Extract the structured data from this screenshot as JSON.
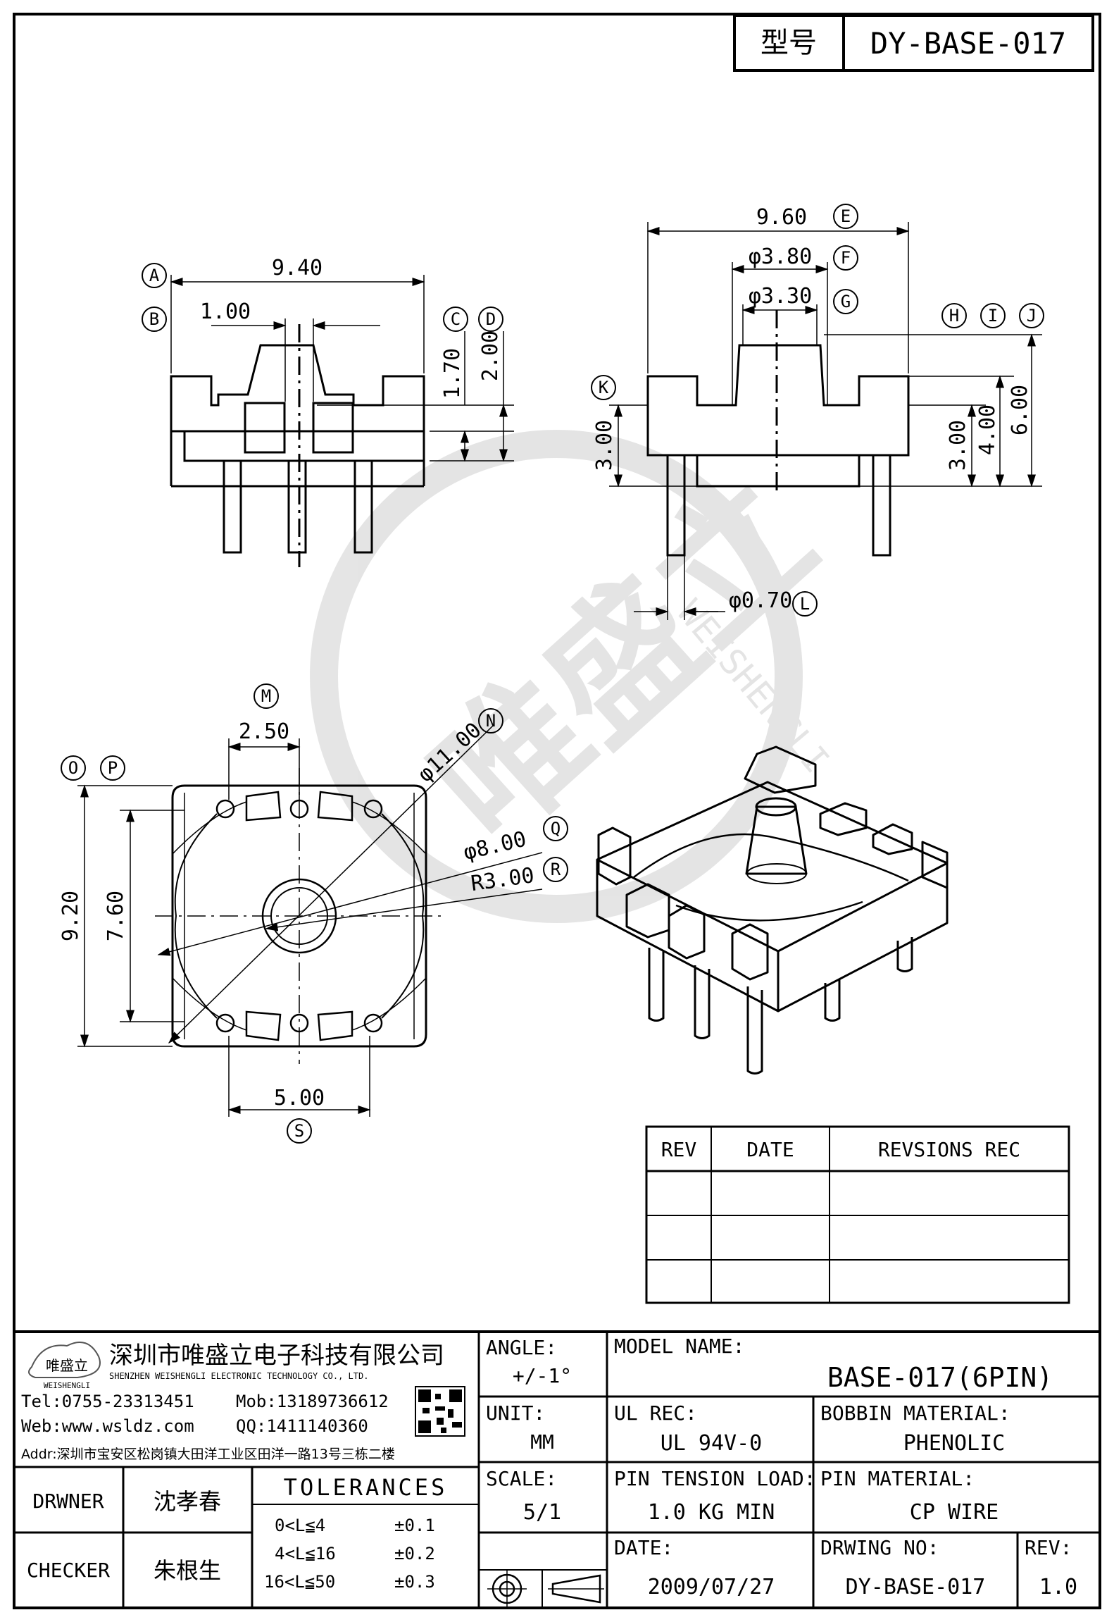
{
  "header": {
    "model_label": "型号",
    "model_value": "DY-BASE-017"
  },
  "dimensions": {
    "e_960": "9.60",
    "f_380": "φ3.80",
    "g_330": "φ3.30",
    "a_940": "9.40",
    "b_100": "1.00",
    "c_170": "1.70",
    "d_200": "2.00",
    "k_300": "3.00",
    "h_300": "3.00",
    "i_400": "4.00",
    "j_600": "6.00",
    "l_070": "φ0.70",
    "m_250": "2.50",
    "n_1100": "φ11.00",
    "q_800": "φ8.00",
    "r_300": "R3.00",
    "o_920": "9.20",
    "p_760": "7.60",
    "s_500": "5.00"
  },
  "callouts": {
    "a": "A",
    "b": "B",
    "c": "C",
    "d": "D",
    "e": "E",
    "f": "F",
    "g": "G",
    "h": "H",
    "i": "I",
    "j": "J",
    "k": "K",
    "l": "L",
    "m": "M",
    "n": "N",
    "o": "O",
    "p": "P",
    "q": "Q",
    "r": "R",
    "s": "S"
  },
  "revision_table": {
    "headers": [
      "REV",
      "DATE",
      "REVSIONS REC"
    ],
    "rows": [
      [
        "",
        "",
        ""
      ],
      [
        "",
        "",
        ""
      ],
      [
        "",
        "",
        ""
      ]
    ]
  },
  "watermark": {
    "text": "唯盛立",
    "sub": "WEISHENGLI"
  },
  "company": {
    "logo_text": "唯盛立",
    "logo_sub": "WEISHENGLI",
    "name_cn": "深圳市唯盛立电子科技有限公司",
    "name_en": "SHENZHEN WEISHENGLI ELECTRONIC TECHNOLOGY CO., LTD.",
    "tel": "Tel:0755-23313451",
    "mob": "Mob:13189736612",
    "web": "Web:www.wsldz.com",
    "qq": "QQ:1411140360",
    "addr": "Addr:深圳市宝安区松岗镇大田洋工业区田洋一路13号三栋二楼"
  },
  "title_block": {
    "angle_label": "ANGLE:",
    "angle_value": "+/-1°",
    "model_name_label": "MODEL NAME:",
    "model_name_value": "BASE-017(6PIN)",
    "unit_label": "UNIT:",
    "unit_value": "MM",
    "ul_rec_label": "UL REC:",
    "ul_rec_value": "UL 94V-0",
    "bobbin_material_label": "BOBBIN MATERIAL:",
    "bobbin_material_value": "PHENOLIC",
    "scale_label": "SCALE:",
    "scale_value": "5/1",
    "pin_tension_label": "PIN TENSION LOAD:",
    "pin_tension_value": "1.0 KG MIN",
    "pin_material_label": "PIN MATERIAL:",
    "pin_material_value": "CP WIRE",
    "date_label": "DATE:",
    "date_value": "2009/07/27",
    "drawing_no_label": "DRWING NO:",
    "drawing_no_value": "DY-BASE-017",
    "rev_label": "REV:",
    "rev_value": "1.0",
    "drawer_label": "DRWNER",
    "drawer_value": "沈孝春",
    "checker_label": "CHECKER",
    "checker_value": "朱根生",
    "tolerances_label": "TOLERANCES",
    "tolerances": [
      {
        "range": "0<L≦4",
        "value": "±0.1"
      },
      {
        "range": "4<L≦16",
        "value": "±0.2"
      },
      {
        "range": "16<L≦50",
        "value": "±0.3"
      }
    ]
  }
}
